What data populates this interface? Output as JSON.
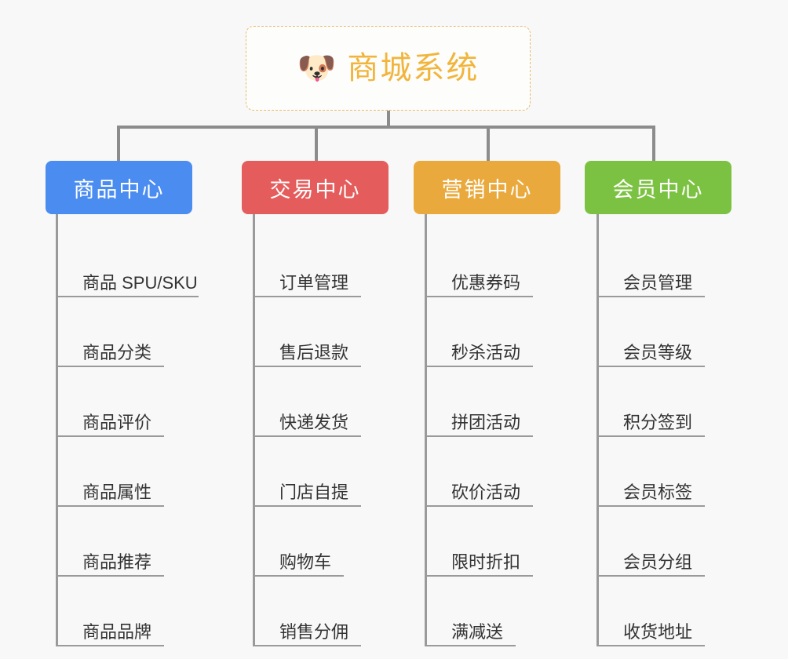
{
  "diagram": {
    "type": "org-chart",
    "background_color": "#f8f8f8",
    "connector_color": "#8c8c8c",
    "leaf_line_color": "#9a9a9a",
    "leaf_text_color": "#333333"
  },
  "root": {
    "title": "商城系统",
    "emoji": "🐶",
    "emoji_name": "shiba-dog-face-emoji",
    "text_color": "#f1b53c",
    "border_color": "#e8bb6a",
    "background_color": "#fdfdfc"
  },
  "branches": [
    {
      "id": "product-center",
      "label": "商品中心",
      "color": "#4a8cf0",
      "leaves": [
        "商品 SPU/SKU",
        "商品分类",
        "商品评价",
        "商品属性",
        "商品推荐",
        "商品品牌"
      ]
    },
    {
      "id": "trade-center",
      "label": "交易中心",
      "color": "#e55c5c",
      "leaves": [
        "订单管理",
        "售后退款",
        "快递发货",
        "门店自提",
        "购物车",
        "销售分佣"
      ]
    },
    {
      "id": "marketing-center",
      "label": "营销中心",
      "color": "#eaa93c",
      "leaves": [
        "优惠券码",
        "秒杀活动",
        "拼团活动",
        "砍价活动",
        "限时折扣",
        "满减送"
      ]
    },
    {
      "id": "member-center",
      "label": "会员中心",
      "color": "#7cc242",
      "leaves": [
        "会员管理",
        "会员等级",
        "积分签到",
        "会员标签",
        "会员分组",
        "收货地址"
      ]
    }
  ]
}
